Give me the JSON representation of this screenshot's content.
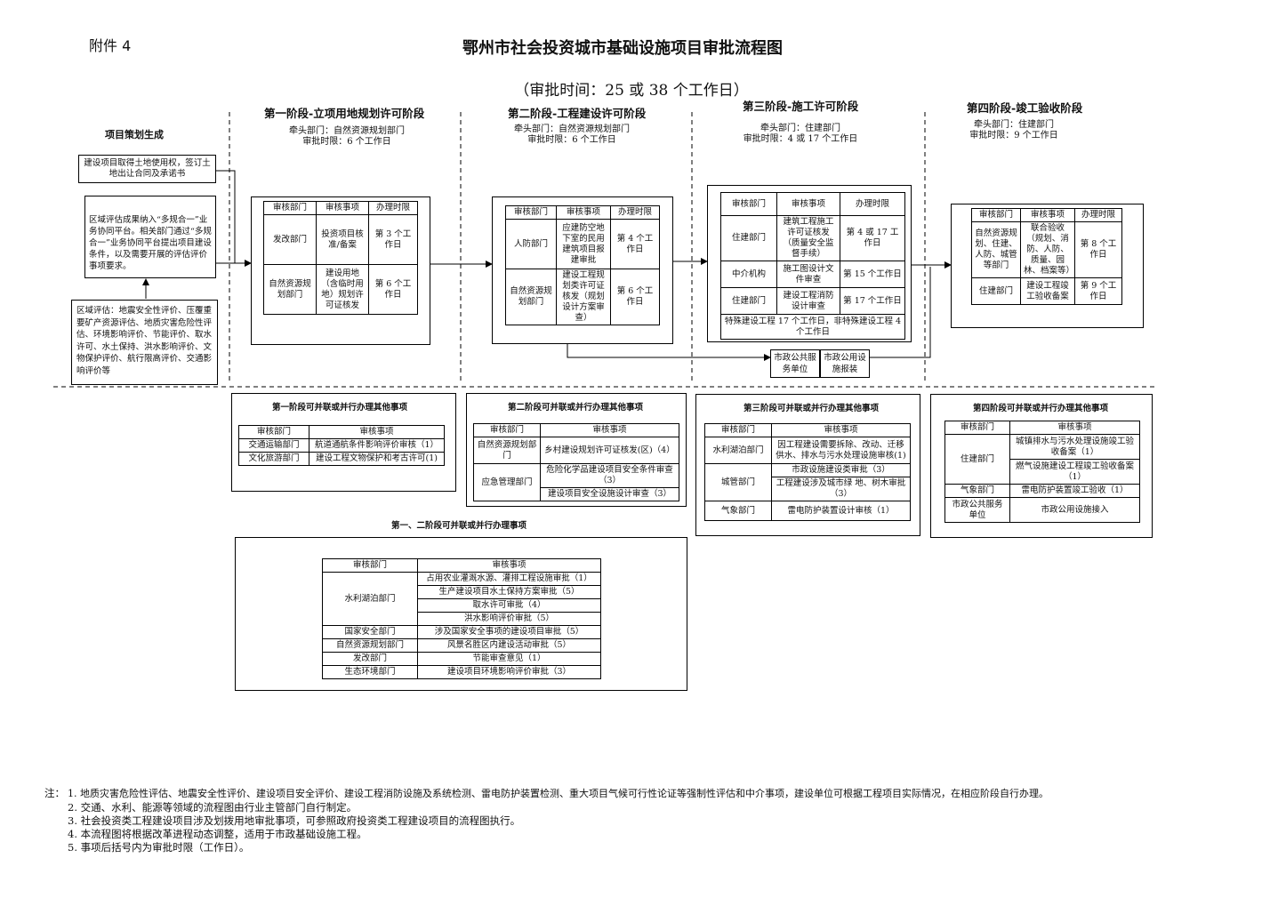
{
  "header": {
    "attachment": "附件 4",
    "title": "鄂州市社会投资城市基础设施项目审批流程图",
    "subtitle": "（审批时间：25 或 38 个工作日）"
  },
  "left": {
    "planning_label": "项目策划生成",
    "land_box": "建设项目取得土地使用权，签订土地出让合同及承诺书",
    "multi_box": "区域评估成果纳入“多规合一”业务协同平台。相关部门通过“多规合一”业务协同平台提出项目建设条件，以及需要开展的评估评价事项要求。",
    "eval_box": "区域评估：地震安全性评价、压覆重要矿产资源评估、地质灾害危险性评估、环境影响评价、节能评价、取水许可、水土保持、洪水影响评价、文物保护评价、航行限高评价、交通影响评价等"
  },
  "stages": [
    {
      "title": "第一阶段-立项用地规划许可阶段",
      "lead": "牵头部门：自然资源规划部门",
      "time": "审批时限：6 个工作日",
      "headers": [
        "审核部门",
        "审核事项",
        "办理时限"
      ],
      "rows": [
        [
          "发改部门",
          "投资项目核准/备案",
          "第 3 个工作日"
        ],
        [
          "自然资源规划部门",
          "建设用地（含临时用地）规划许可证核发",
          "第 6 个工作日"
        ]
      ]
    },
    {
      "title": "第二阶段-工程建设许可阶段",
      "lead": "牵头部门：自然资源规划部门",
      "time": "审批时限：6 个工作日",
      "headers": [
        "审核部门",
        "审核事项",
        "办理时限"
      ],
      "rows": [
        [
          "人防部门",
          "应建防空地下室的民用建筑项目报建审批",
          "第 4 个工作日"
        ],
        [
          "自然资源规划部门",
          "建设工程规划类许可证核发（规划设计方案审查）",
          "第 6 个工作日"
        ]
      ]
    },
    {
      "title": "第三阶段-施工许可阶段",
      "lead": "牵头部门：住建部门",
      "time": "审批时限：4 或 17 个工作日",
      "headers": [
        "审核部门",
        "审核事项",
        "办理时限"
      ],
      "rows": [
        [
          "住建部门",
          "建筑工程施工许可证核发（质量安全监督手续）",
          "第 4 或 17 工作日"
        ],
        [
          "中介机构",
          "施工图设计文件审查",
          "第 15 个工作日"
        ],
        [
          "住建部门",
          "建设工程消防设计审查",
          "第 17 个工作日"
        ]
      ],
      "footnote": "特殊建设工程 17 个工作日，非特殊建设工程 4 个工作日"
    },
    {
      "title": "第四阶段-竣工验收阶段",
      "lead": "牵头部门：住建部门",
      "time": "审批时限：9 个工作日",
      "headers": [
        "审核部门",
        "审核事项",
        "办理时限"
      ],
      "rows": [
        [
          "自然资源规划、住建、人防、城管等部门",
          "联合验收（规划、消防、人防、质量、园林、档案等）",
          "第 8 个工作日"
        ],
        [
          "住建部门",
          "建设工程竣工验收备案",
          "第 9 个工作日"
        ]
      ]
    }
  ],
  "municipal": {
    "unit": "市政公共服务单位",
    "report": "市政公用设施报装"
  },
  "parallel": [
    {
      "title": "第一阶段可并联或并行办理其他事项",
      "headers": [
        "审核部门",
        "审核事项"
      ],
      "rows": [
        [
          "交通运输部门",
          "航道通航条件影响评价审核（1）"
        ],
        [
          "文化旅游部门",
          "建设工程文物保护和考古许可(1)"
        ]
      ]
    },
    {
      "title": "第二阶段可并联或并行办理其他事项",
      "headers": [
        "审核部门",
        "审核事项"
      ],
      "groups": [
        {
          "dept": "自然资源规划部门",
          "items": [
            "乡村建设规划许可证核发(区)（4）"
          ]
        },
        {
          "dept": "应急管理部门",
          "items": [
            "危险化学品建设项目安全条件审查（3）",
            "建设项目安全设施设计审查（3）"
          ]
        }
      ]
    },
    {
      "title": "第三阶段可并联或并行办理其他事项",
      "headers": [
        "审核部门",
        "审核事项"
      ],
      "groups": [
        {
          "dept": "水利湖泊部门",
          "items": [
            "因工程建设需要拆除、改动、迁移供水、排水与污水处理设施审核(1)"
          ]
        },
        {
          "dept": "城管部门",
          "items": [
            "市政设施建设类审批（3）",
            "工程建设涉及城市绿 地、树木审批（3）"
          ]
        },
        {
          "dept": "气象部门",
          "items": [
            "雷电防护装置设计审核（1）"
          ]
        }
      ]
    },
    {
      "title": "第四阶段可并联或并行办理其他事项",
      "headers": [
        "审核部门",
        "审核事项"
      ],
      "groups": [
        {
          "dept": "住建部门",
          "items": [
            "城镇排水与污水处理设施竣工验收备案（1）",
            "燃气设施建设工程竣工验收备案（1）"
          ]
        },
        {
          "dept": "气象部门",
          "items": [
            "雷电防护装置竣工验收（1）"
          ]
        },
        {
          "dept": "市政公共服务单位",
          "items": [
            "市政公用设施接入"
          ]
        }
      ]
    }
  ],
  "combined": {
    "title": "第一、二阶段可并联或并行办理事项",
    "headers": [
      "审核部门",
      "审核事项"
    ],
    "groups": [
      {
        "dept": "水利湖泊部门",
        "items": [
          "占用农业灌溉水源、灌排工程设施审批（1）",
          "生产建设项目水土保持方案审批（5）",
          "取水许可审批（4）",
          "洪水影响评价审批（5）"
        ]
      },
      {
        "dept": "国家安全部门",
        "items": [
          "涉及国家安全事项的建设项目审批（5）"
        ]
      },
      {
        "dept": "自然资源规划部门",
        "items": [
          "风景名胜区内建设活动审批（5）"
        ]
      },
      {
        "dept": "发改部门",
        "items": [
          "节能审查意见（1）"
        ]
      },
      {
        "dept": "生态环境部门",
        "items": [
          "建设项目环境影响评价审批（3）"
        ]
      }
    ]
  },
  "notes": {
    "prefix": "注：",
    "items": [
      "1. 地质灾害危险性评估、地震安全性评价、建设项目安全评价、建设工程消防设施及系统检测、雷电防护装置检测、重大项目气候可行性论证等强制性评估和中介事项，建设单位可根据工程项目实际情况，在相应阶段自行办理。",
      "2. 交通、水利、能源等领域的流程图由行业主管部门自行制定。",
      "3. 社会投资类工程建设项目涉及划拨用地审批事项，可参照政府投资类工程建设项目的流程图执行。",
      "4. 本流程图将根据改革进程动态调整，适用于市政基础设施工程。",
      "5. 事项后括号内为审批时限（工作日）。"
    ]
  }
}
